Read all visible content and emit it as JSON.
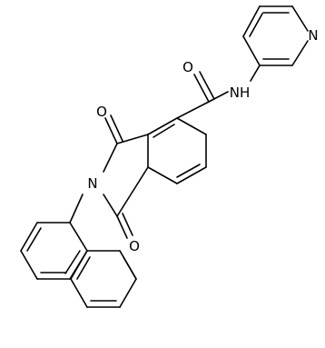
{
  "diagram": {
    "kind": "chemical-structure",
    "background_color": "#ffffff",
    "line_color": "#000000",
    "atom_labels": {
      "amide_oxygen": "O",
      "amide_nitrogen": "NH",
      "pyridine_nitrogen": "N",
      "imide_oxygen_top": "O",
      "imide_oxygen_bottom": "O",
      "imide_nitrogen": "N"
    }
  }
}
